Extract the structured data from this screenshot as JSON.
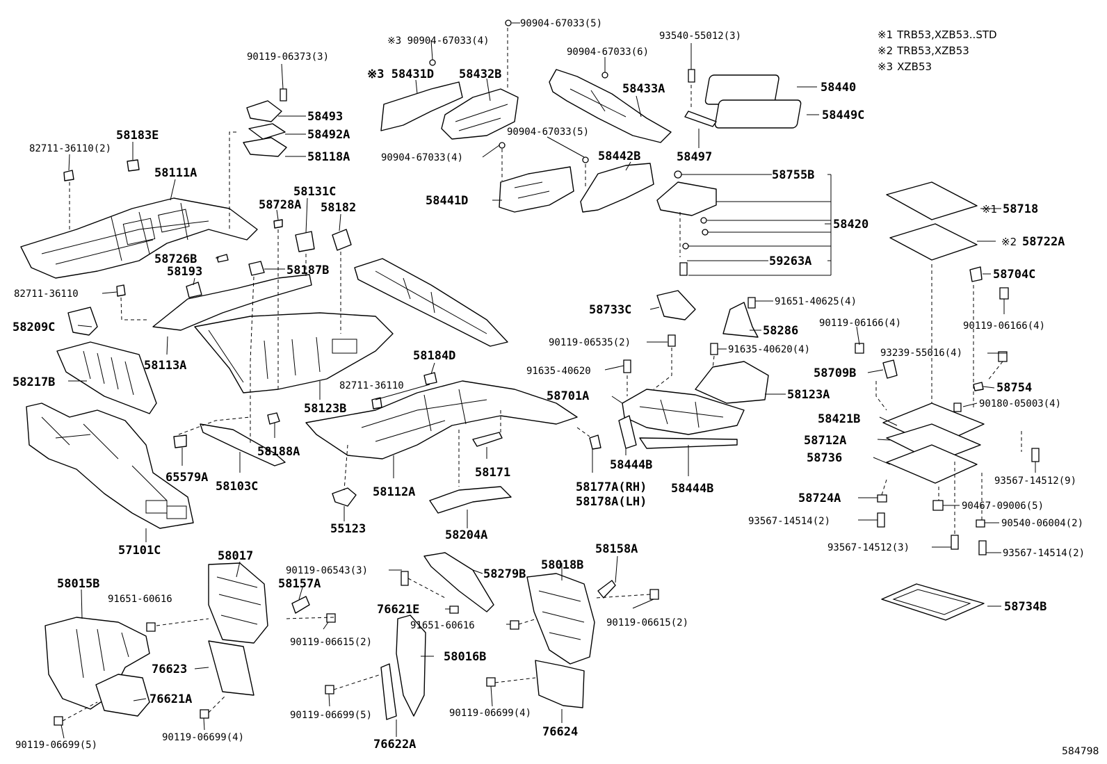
{
  "notes": [
    {
      "mark": "※1",
      "text": "TRB53,XZB53..STD"
    },
    {
      "mark": "※2",
      "text": "TRB53,XZB53"
    },
    {
      "mark": "※3",
      "text": "XZB53"
    }
  ],
  "figure_number": "584798",
  "labels": {
    "l1": "90904-67033(5)",
    "l2": "※3 90904-67033(4)",
    "l3": "93540-55012(3)",
    "l4": "90119-06373(3)",
    "l5": "90904-67033(6)",
    "l6": "※3 58431D",
    "l7": "58432B",
    "l8": "58433A",
    "l9": "58440",
    "l10": "58449C",
    "l11": "58493",
    "l12": "58492A",
    "l13": "58118A",
    "l14": "58183E",
    "l15": "82711-36110(2)",
    "l16": "58111A",
    "l17": "90904-67033(5)",
    "l18": "90904-67033(4)",
    "l19": "58442B",
    "l20": "58497",
    "l21": "58755B",
    "l22": "58441D",
    "l23": "58131C",
    "l24": "58728A",
    "l25": "58182",
    "l26": "58420",
    "l27": "58718",
    "l28": "58722A",
    "l29": "58726B",
    "l30": "58193",
    "l31": "58187B",
    "l32": "59263A",
    "l33": "58704C",
    "l34": "82711-36110",
    "l35": "58733C",
    "l36": "91651-40625(4)",
    "l37": "58209C",
    "l38": "58286",
    "l39": "90119-06166(4)",
    "l40": "90119-06166(4)",
    "l41": "90119-06535(2)",
    "l42": "91635-40620(4)",
    "l43": "93239-55016(4)",
    "l44": "58113A",
    "l45": "58184D",
    "l46": "91635-40620",
    "l47": "58709B",
    "l48": "58217B",
    "l49": "82711-36110",
    "l50": "58701A",
    "l51": "58123A",
    "l52": "58754",
    "l53": "58123B",
    "l54": "90180-05003(4)",
    "l55": "58421B",
    "l56": "58188A",
    "l57": "58712A",
    "l58": "58736",
    "l59": "58444B",
    "l60": "58444B",
    "l61": "58171",
    "l62": "65579A",
    "l63": "58103C",
    "l64": "58177A(RH)",
    "l65": "58178A(LH)",
    "l66": "93567-14512(9)",
    "l67": "58112A",
    "l68": "58724A",
    "l69": "90467-09006(5)",
    "l70": "55123",
    "l71": "58204A",
    "l72": "93567-14514(2)",
    "l73": "90540-06004(2)",
    "l74": "57101C",
    "l75": "93567-14512(3)",
    "l76": "93567-14514(2)",
    "l77": "58158A",
    "l78": "58017",
    "l79": "58018B",
    "l80": "90119-06543(3)",
    "l81": "58279B",
    "l82": "58015B",
    "l83": "58157A",
    "l84": "91651-60616",
    "l85": "76621E",
    "l86": "91651-60616",
    "l87": "90119-06615(2)",
    "l88": "90119-06615(2)",
    "l89": "58016B",
    "l90": "58734B",
    "l91": "76623",
    "l92": "76621A",
    "l93": "90119-06699(5)",
    "l94": "90119-06699(4)",
    "l95": "90119-06699(5)",
    "l96": "90119-06699(4)",
    "l97": "76622A",
    "l98": "76624"
  }
}
